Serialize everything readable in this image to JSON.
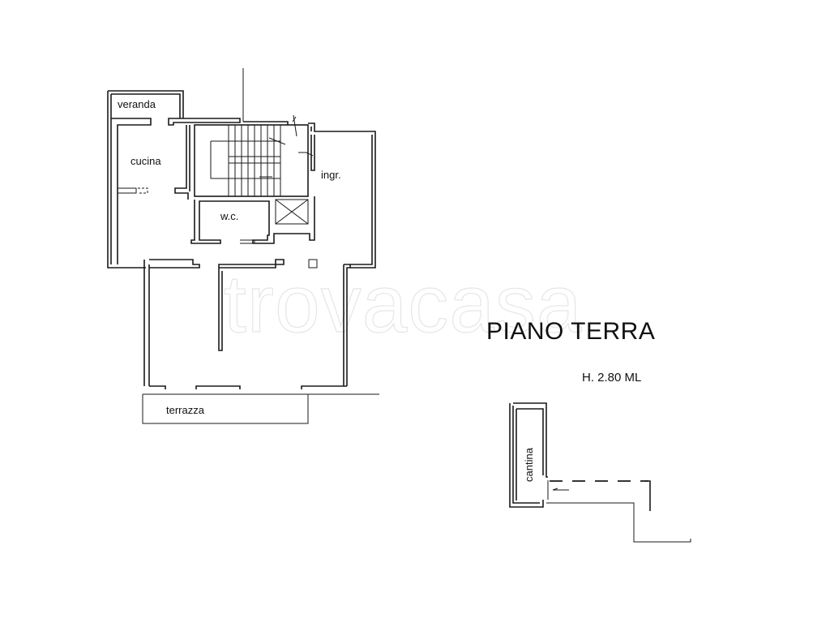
{
  "plan": {
    "title": "PIANO TERRA",
    "height_note": "H. 2.80 ML",
    "watermark": "trovacasa",
    "rooms": {
      "veranda": "veranda",
      "cucina": "cucina",
      "wc": "w.c.",
      "ingresso": "ingr.",
      "terrazza": "terrazza",
      "cantina": "cantina"
    },
    "colors": {
      "line": "#1a1a1a",
      "background": "#ffffff",
      "watermark": "#e6e6e6"
    }
  }
}
